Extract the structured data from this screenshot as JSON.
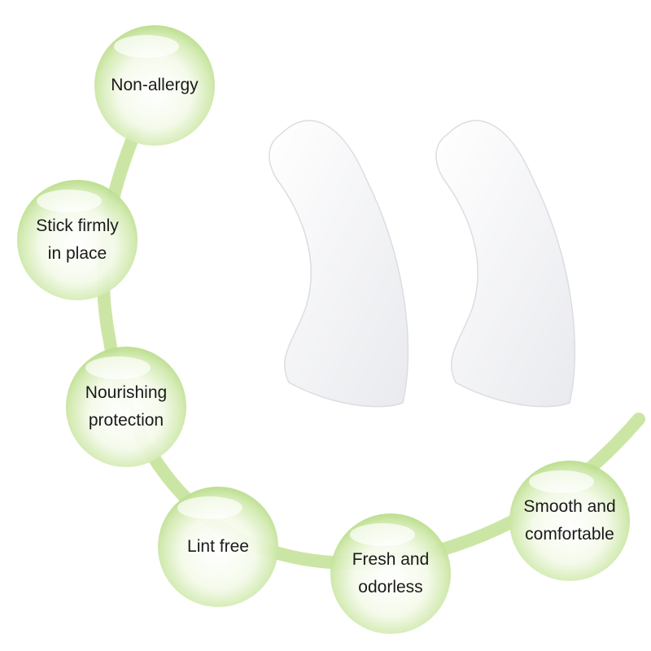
{
  "colors": {
    "bubble": "#c9e6a4",
    "band": "#c5e39a",
    "pad": "#f4f4f6"
  },
  "features": [
    {
      "line1": "Non-allergy",
      "line2": ""
    },
    {
      "line1": "Stick firmly",
      "line2": "in place"
    },
    {
      "line1": "Nourishing",
      "line2": "protection"
    },
    {
      "line1": "Lint free",
      "line2": ""
    },
    {
      "line1": "Fresh and",
      "line2": "odorless"
    },
    {
      "line1": "Smooth and",
      "line2": "comfortable"
    }
  ]
}
